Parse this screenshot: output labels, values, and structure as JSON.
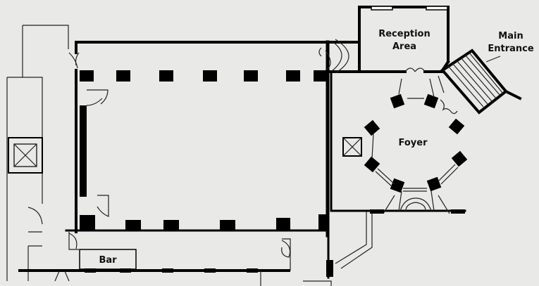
{
  "labels": {
    "reception": [
      "Reception",
      "Area"
    ],
    "main_entrance": [
      "Main",
      "Entrance"
    ],
    "foyer": "Foyer",
    "bar": "Bar"
  },
  "colors": {
    "paper": "#e9e9e7",
    "ink": "#000000"
  }
}
